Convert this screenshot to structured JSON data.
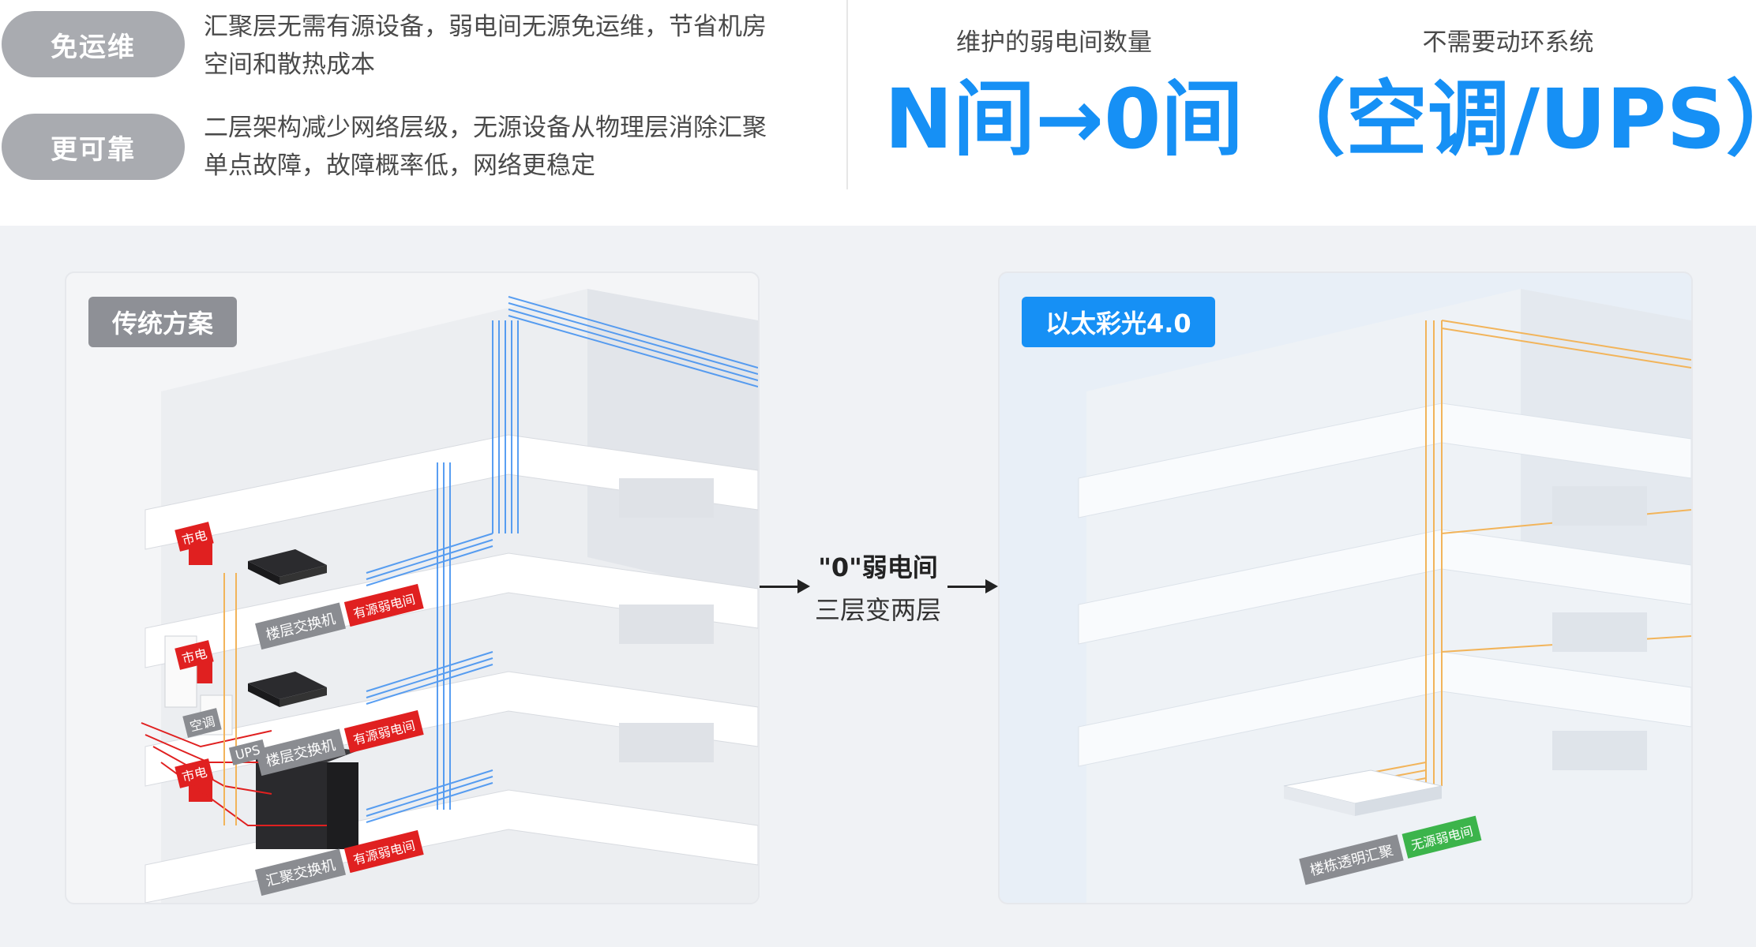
{
  "features": [
    {
      "badge": "免运维",
      "line1": "汇聚层无需有源设备，弱电间无源免运维，节省机房",
      "line2": "空间和散热成本"
    },
    {
      "badge": "更可靠",
      "line1": "二层架构减少网络层级，无源设备从物理层消除汇聚",
      "line2": "单点故障，故障概率低，网络更稳定"
    }
  ],
  "metrics": [
    {
      "label": "维护的弱电间数量",
      "value": "N间→0间"
    },
    {
      "label": "不需要动环系统",
      "value": "（空调/UPS）"
    }
  ],
  "left_panel": {
    "tag": "传统方案",
    "floor_switch": "楼层交换机",
    "agg_switch": "汇聚交换机",
    "active_room": "有源弱电间",
    "power": "市电",
    "ac": "空调",
    "ups": "UPS"
  },
  "middle": {
    "line1": "\"0\"弱电间",
    "line2": "三层变两层"
  },
  "right_panel": {
    "tag": "以太彩光4.0",
    "agg_label": "楼栋透明汇聚",
    "passive_room": "无源弱电间"
  },
  "colors": {
    "accent": "#1690f5",
    "badge_grey": "#a9abb0",
    "red": "#e02020",
    "green": "#3cb44b",
    "fiber": "#f2b45a"
  }
}
